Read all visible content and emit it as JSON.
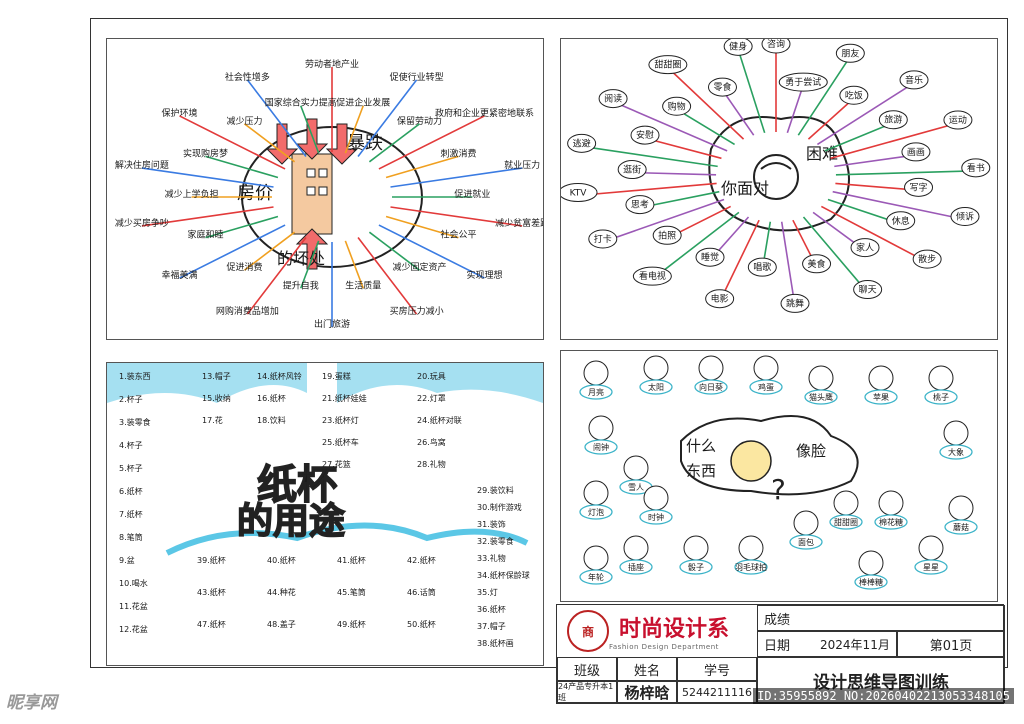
{
  "panel1": {
    "center": [
      "房价",
      "暴跌",
      "的坏处"
    ],
    "nodes": [
      "劳动者地产业",
      "促进企业发展",
      "促使行业转型",
      "保留劳动力",
      "政府和企业更紧密地联系",
      "刺激消费",
      "就业压力",
      "促进就业",
      "减少贫富差距",
      "社会公平",
      "实现理想",
      "减少固定资产",
      "买房压力减小",
      "生活质量",
      "出门旅游",
      "提升自我",
      "网购消费品增加",
      "促进消费",
      "幸福美满",
      "家庭和睦",
      "减少买房争吵",
      "减少上学负担",
      "解决住房问题",
      "实现购房梦",
      "保护环境",
      "减少压力",
      "社会性增多",
      "国家综合实力提高"
    ]
  },
  "panel2": {
    "center": [
      "你面对",
      "困难"
    ],
    "nodes": [
      "咨询",
      "勇于尝试",
      "朋友",
      "吃饭",
      "音乐",
      "旅游",
      "运动",
      "画画",
      "看书",
      "写字",
      "倾诉",
      "休息",
      "散步",
      "家人",
      "聊天",
      "美食",
      "跳舞",
      "唱歌",
      "电影",
      "睡觉",
      "看电视",
      "拍照",
      "打卡",
      "思考",
      "KTV",
      "逛街",
      "逃避",
      "安慰",
      "阅读",
      "购物",
      "甜甜圈",
      "零食",
      "健身"
    ]
  },
  "panel3": {
    "title": [
      "纸杯",
      "的用途"
    ],
    "items": [
      "1.装东西",
      "2.杯子",
      "3.装零食",
      "4.杯子",
      "5.杯子",
      "6.纸杯",
      "7.纸杯",
      "8.笔筒",
      "9.盆",
      "10.喝水",
      "11.花盆",
      "12.花盆",
      "13.帽子",
      "14.纸杯风铃",
      "15.收纳",
      "16.纸杯",
      "17.花",
      "18.饮料",
      "19.蛋糕",
      "20.玩具",
      "21.纸杯娃娃",
      "22.灯罩",
      "23.纸杯灯",
      "24.纸杯对联",
      "25.纸杯车",
      "26.鸟窝",
      "27.花篮",
      "28.礼物",
      "29.装饮料",
      "30.制作游戏",
      "31.装饰",
      "32.装零食",
      "33.礼物",
      "34.纸杯保龄球",
      "35.灯",
      "36.纸杯",
      "37.帽子",
      "38.纸杯画",
      "39.纸杯",
      "40.纸杯",
      "41.纸杯",
      "42.纸杯",
      "43.纸杯",
      "44.种花",
      "45.笔筒",
      "46.话筒",
      "47.纸杯",
      "48.盖子",
      "49.纸杯",
      "50.纸杯"
    ]
  },
  "panel4": {
    "center": [
      "什么",
      "东西",
      "像脸"
    ],
    "nodes": [
      "月亮",
      "太阳",
      "向日葵",
      "鸡蛋",
      "猫头鹰",
      "苹果",
      "桃子",
      "闹钟",
      "雪人",
      "灯泡",
      "时钟",
      "插座",
      "骰子",
      "羽毛球拍",
      "面包",
      "甜甜圈",
      "棒棒糖",
      "棉花糖",
      "星星",
      "蘑菇",
      "年轮",
      "大象"
    ]
  },
  "title_block": {
    "logo_text": "时尚设计系",
    "logo_sub": "Fashion Design Department",
    "seal_text": "商",
    "score_label": "成绩",
    "date_label": "日期",
    "date_value": "2024年11月",
    "page_label": "第01页",
    "class_label": "班级",
    "class_value": "24产品专升本1班",
    "name_label": "姓名",
    "name_value": "杨梓晗",
    "id_label": "学号",
    "id_value": "5244211116",
    "course_title": "设计思维导图训练"
  },
  "watermark": {
    "left": "昵享网",
    "right": "ID:35955892 NO:20260402213053348105"
  }
}
